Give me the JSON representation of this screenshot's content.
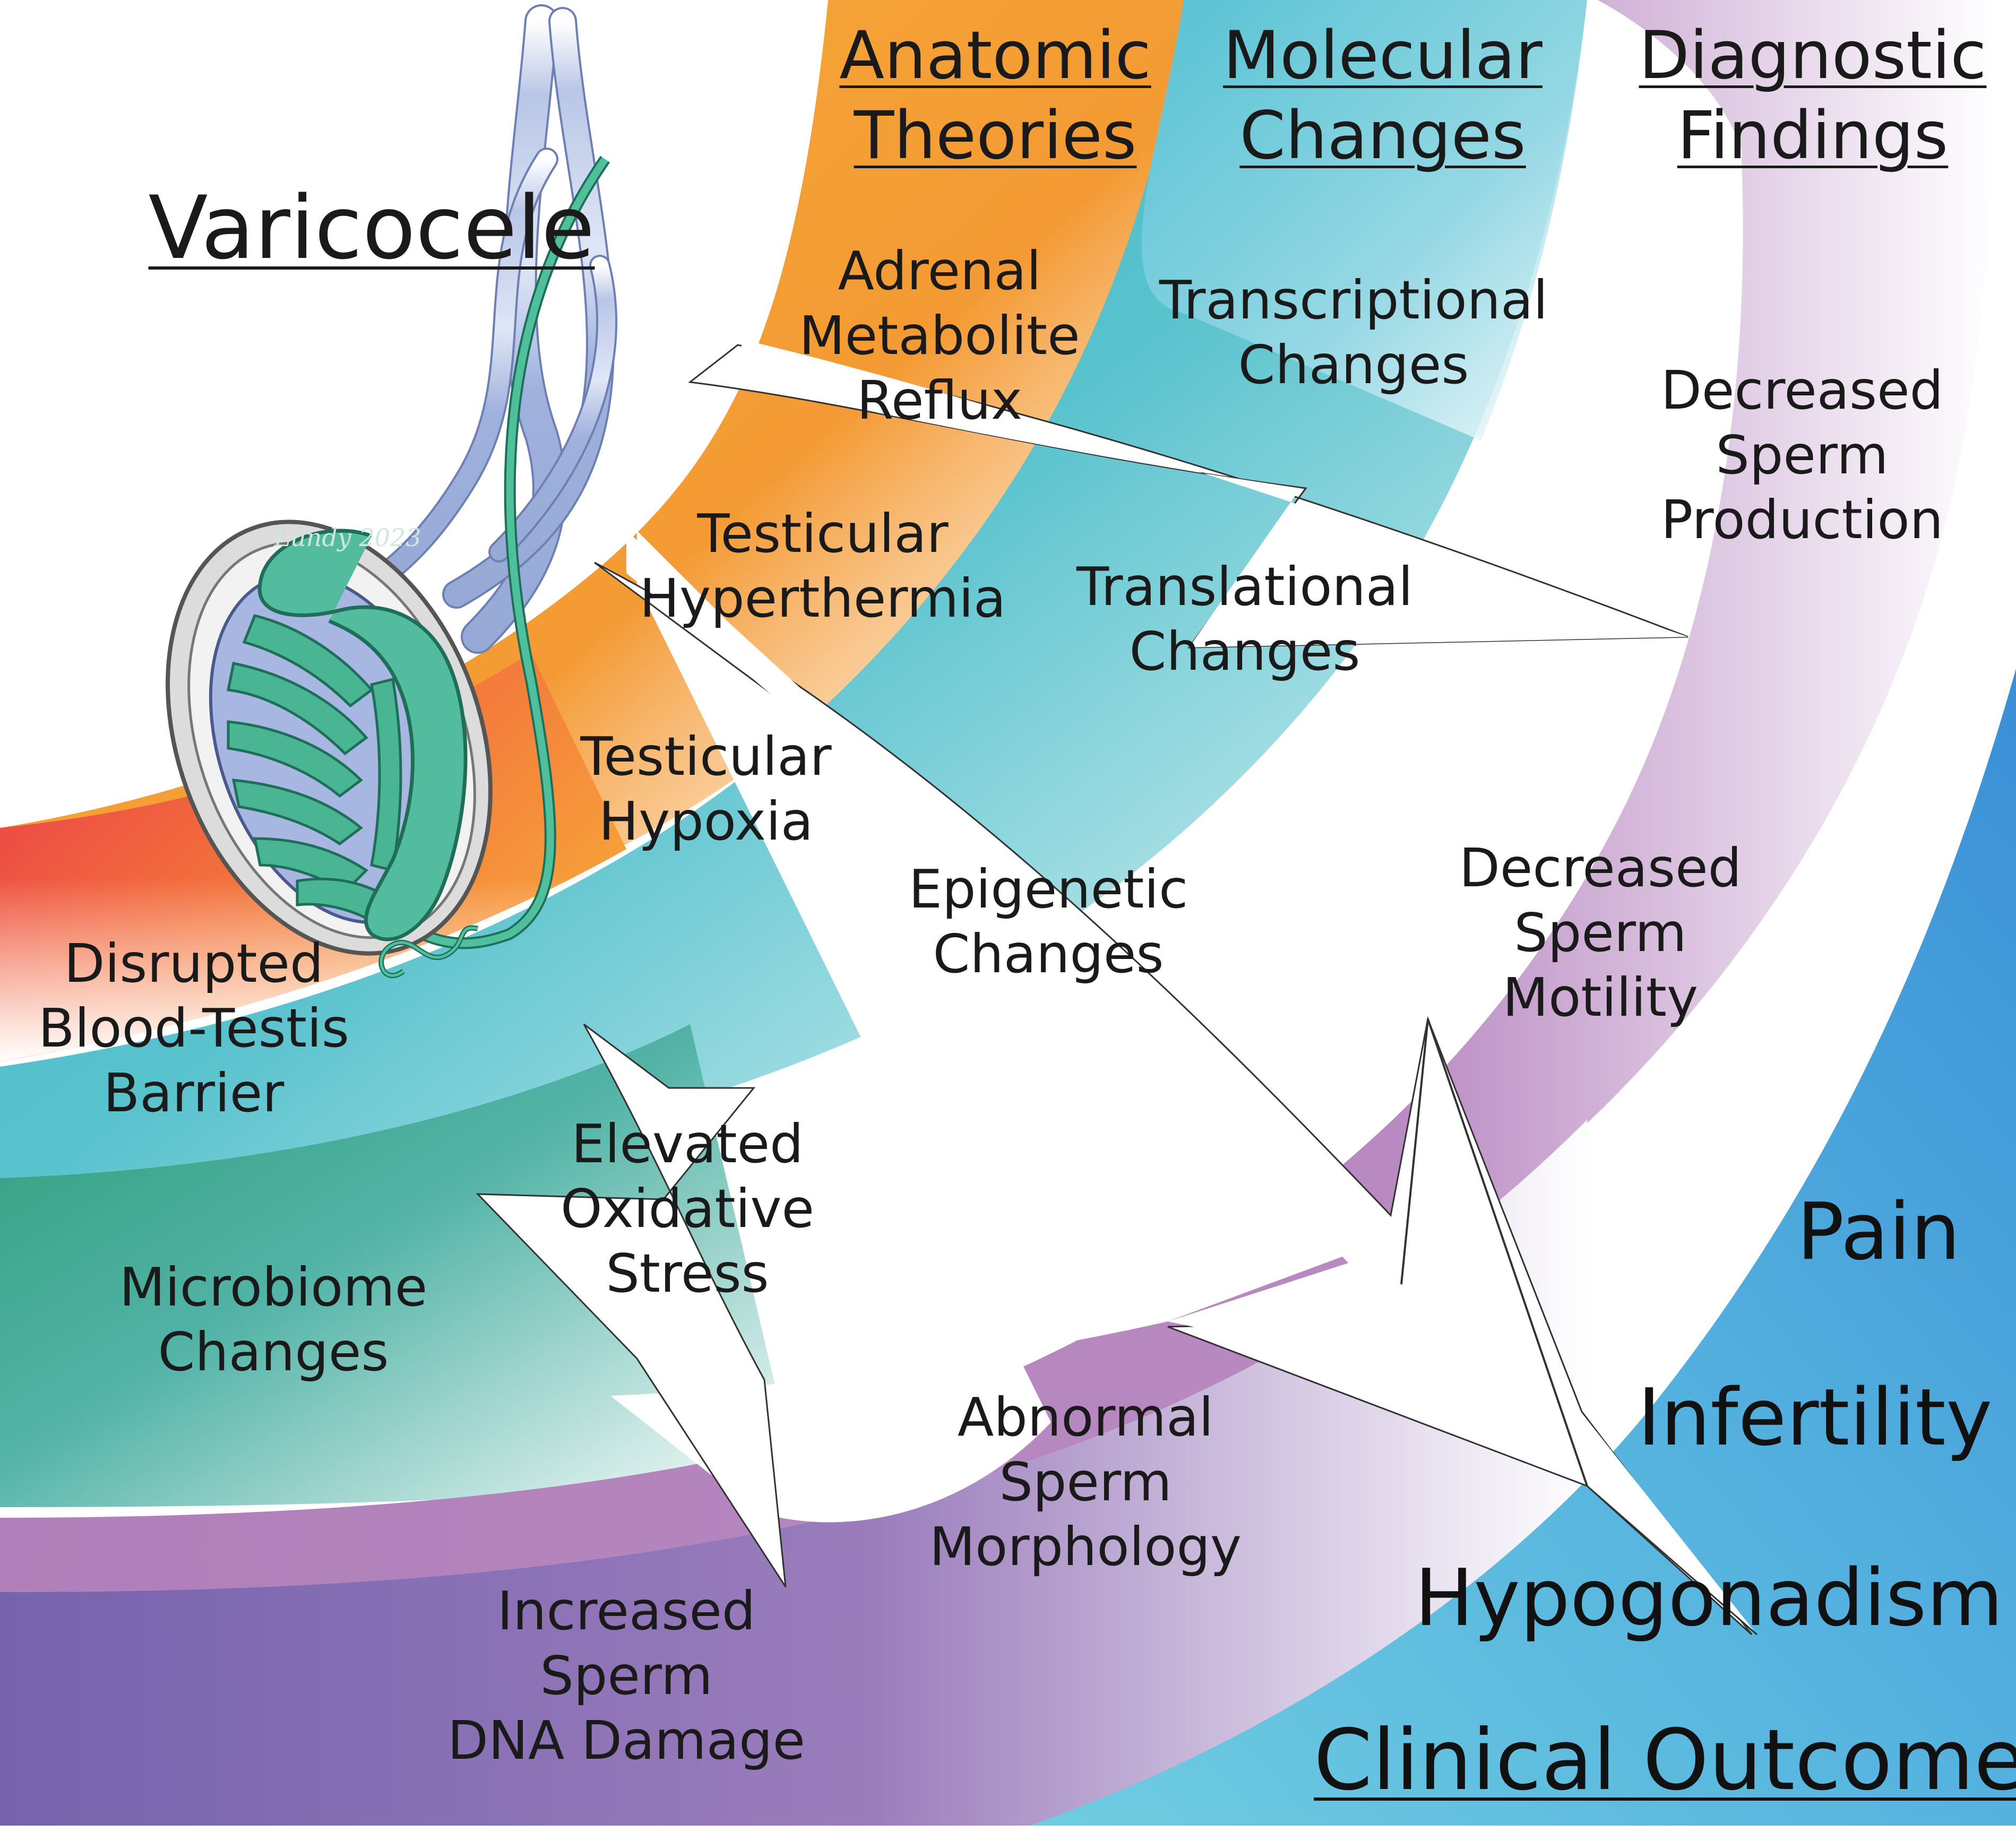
{
  "title": "Varicocele",
  "signature": "Lundy 2023",
  "columns": {
    "anatomic": {
      "heading": [
        "Anatomic",
        "Theories"
      ],
      "items": [
        [
          "Adrenal",
          "Metabolite",
          "Reflux"
        ],
        [
          "Testicular",
          "Hyperthermia"
        ],
        [
          "Testicular",
          "Hypoxia"
        ],
        [
          "Disrupted",
          "Blood-Testis",
          "Barrier"
        ]
      ]
    },
    "molecular": {
      "heading": [
        "Molecular",
        "Changes"
      ],
      "items": [
        [
          "Transcriptional",
          "Changes"
        ],
        [
          "Translational",
          "Changes"
        ],
        [
          "Epigenetic",
          "Changes"
        ],
        [
          "Elevated",
          "Oxidative",
          "Stress"
        ],
        [
          "Microbiome",
          "Changes"
        ]
      ]
    },
    "diagnostic": {
      "heading": [
        "Diagnostic",
        "Findings"
      ],
      "items": [
        [
          "Decreased",
          "Sperm",
          "Production"
        ],
        [
          "Decreased",
          "Sperm",
          "Motility"
        ],
        [
          "Abnormal",
          "Sperm",
          "Morphology"
        ],
        [
          "Increased",
          "Sperm",
          "DNA Damage"
        ]
      ]
    },
    "clinical": {
      "heading": "Clinical Outcomes",
      "items": [
        "Pain",
        "Infertility",
        "Hypogonadism"
      ]
    }
  },
  "colors": {
    "red": "#e8384a",
    "orange": "#f5a033",
    "teal": "#3fb8c8",
    "green": "#2e9c78",
    "purple": "#a277b8",
    "violet": "#7b5fae",
    "blue": "#3d92d6",
    "cyan": "#5ec6de",
    "vein": "#9aaed8",
    "testis": "#54bc9e"
  }
}
